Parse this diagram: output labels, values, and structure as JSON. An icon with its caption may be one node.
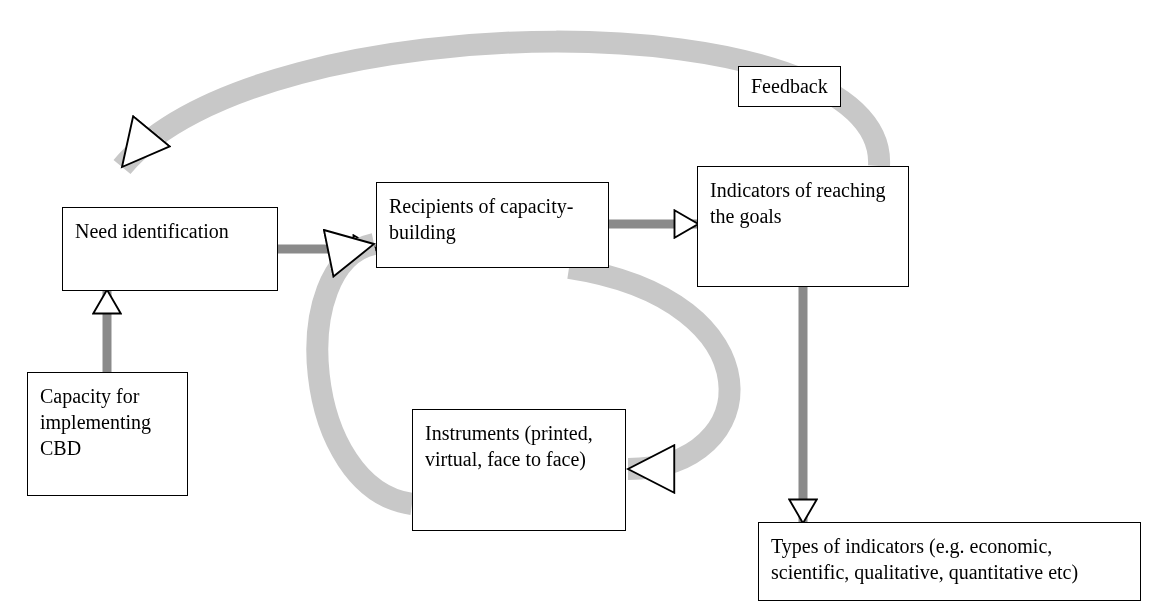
{
  "diagram": {
    "nodes": [
      {
        "text": [
          "Need identification"
        ]
      },
      {
        "text": [
          "Recipients of capacity-building"
        ]
      },
      {
        "text": [
          "Indicators of reaching the goals"
        ]
      },
      {
        "text": [
          "Capacity for implementing CBD"
        ]
      },
      {
        "text": [
          "Instruments (printed, virtual, face to face)"
        ]
      },
      {
        "text": [
          "Types of indicators (e.g. economic, scientific, qualitative, quantitative etc)"
        ]
      }
    ],
    "edges": [
      {
        "from": 3,
        "to": 0,
        "arrow": "to"
      },
      {
        "from": 0,
        "to": 1,
        "arrow": "to"
      },
      {
        "from": 1,
        "to": 2,
        "arrow": "to"
      },
      {
        "from": 2,
        "to": 5,
        "arrow": "to"
      },
      {
        "from": 1,
        "to": 4,
        "arrow": "to",
        "style": "thick"
      },
      {
        "from": 4,
        "to": 1,
        "arrow": "to",
        "style": "thick"
      },
      {
        "from": 2,
        "to": 0,
        "arrow": "to",
        "style": "thick",
        "label": "Feedback"
      }
    ]
  }
}
